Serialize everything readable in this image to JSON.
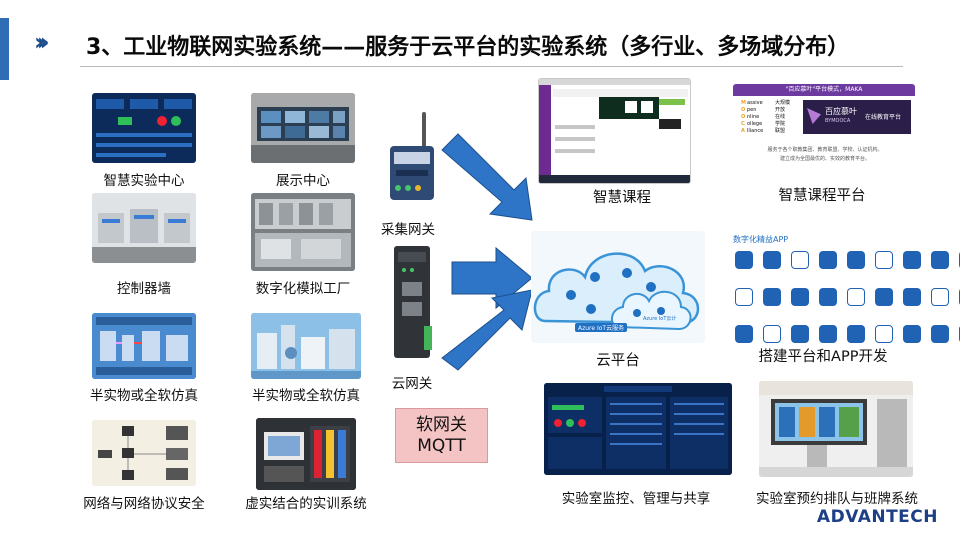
{
  "header": {
    "chevrons": "›››",
    "title": "3、工业物联网实验系统——服务于云平台的实验系统（多行业、多场域分布）"
  },
  "left_grid": [
    {
      "label": "智慧实验中心"
    },
    {
      "label": "展示中心"
    },
    {
      "label": "控制器墙"
    },
    {
      "label": "数字化模拟工厂"
    },
    {
      "label": "半实物或全软仿真"
    },
    {
      "label": "半实物或全软仿真"
    },
    {
      "label": "网络与网络协议安全"
    },
    {
      "label": "虚实结合的实训系统"
    }
  ],
  "devices": {
    "collector_label": "采集网关",
    "cloud_gateway_label": "云网关",
    "soft_gateway_line1": "软网关",
    "soft_gateway_line2": "MQTT"
  },
  "right": {
    "smart_course": "智慧课程",
    "smart_course_platform": "智慧课程平台",
    "cloud_platform": "云平台",
    "app_dev": "搭建平台和APP开发",
    "lab_monitor": "实验室监控、管理与共享",
    "lab_booking": "实验室预约排队与班牌系统"
  },
  "mooc": {
    "banner": "\"百应慕叶\"平台模式，MAKA",
    "letters": [
      "M",
      "O",
      "O",
      "C",
      "A"
    ],
    "words": [
      "assive",
      "pen",
      "nline",
      "ollege",
      "lliance"
    ],
    "cn": [
      "大规模",
      "开放",
      "在线",
      "学院",
      "联盟"
    ],
    "brand": "百应慕叶",
    "brand_en": "BYMOOCA",
    "slogan": "在线教育平台",
    "desc1": "服务于各个职教集团、教育联盟、学校、认证机构。",
    "desc2": "建立成为全国最优的、实效的教育平台。"
  },
  "cloud": {
    "azure_label": "Azure IoT云服务",
    "azure_hub": "Azure IoT云计"
  },
  "app_panel": {
    "title": "数字化精益APP"
  },
  "brand": {
    "logo": "ADVANTECH"
  },
  "colors": {
    "accent": "#2f6db5",
    "arrow": "#2e75c7",
    "mqtt_bg": "#f4c3c3"
  }
}
